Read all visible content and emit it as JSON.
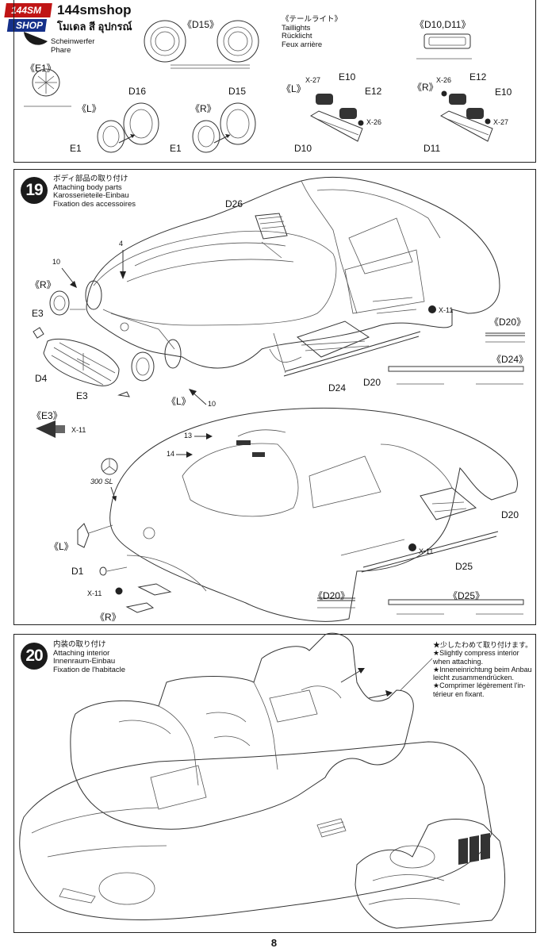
{
  "header": {
    "brand": "144smshop",
    "brand_sub": "โมเดล สี อุปกรณ์",
    "logo_text_top": "144SM",
    "logo_text_bottom": "SHOP"
  },
  "step18": {
    "headlight_caption": [
      "Scheinwerfer",
      "Phare"
    ],
    "d15_label": "《D15》",
    "taillight_caption": [
      "《テールライト》",
      "Taillights",
      "Rücklicht",
      "Feux arrière"
    ],
    "d10d11_label": "《D10,D11》",
    "e1_label": "《E1》",
    "left_label": "《L》",
    "right_label": "《R》",
    "parts": {
      "d16": "D16",
      "d15": "D15",
      "e1a": "E1",
      "e1b": "E1",
      "x27a": "X-27",
      "e10a": "E10",
      "e12a": "E12",
      "x26a": "X-26",
      "d10": "D10",
      "x26b": "X-26",
      "e12b": "E12",
      "e10b": "E10",
      "x27b": "X-27",
      "d11": "D11"
    }
  },
  "step19": {
    "number": "19",
    "caption": [
      "ボディ部品の取り付け",
      "Attaching body parts",
      "Karosserieteile-Einbau",
      "Fixation des accessoires"
    ],
    "parts": {
      "d26": "D26",
      "circ4": "4",
      "circ10a": "10",
      "r": "《R》",
      "e3a": "E3",
      "d4": "D4",
      "e3b": "E3",
      "l": "《L》",
      "circ10b": "10",
      "x11a": "X-11",
      "d20a": "《D20》",
      "d24": "《D24》",
      "d24b": "D24",
      "d20b": "D20",
      "e3c": "《E3》",
      "x11b": "X-11",
      "circ13": "13",
      "circ14": "14",
      "badge": "300 SL",
      "l2": "《L》",
      "d1": "D1",
      "x11c": "X-11",
      "r2": "《R》",
      "d20c": "D20",
      "x11d": "X-11",
      "d25": "D25",
      "d20d": "《D20》",
      "d25b": "《D25》"
    }
  },
  "step20": {
    "number": "20",
    "caption": [
      "内装の取り付け",
      "Attaching interior",
      "Innenraum-Einbau",
      "Fixation de l'habitacle"
    ],
    "note": [
      "★少したわめて取り付けます。",
      "★Slightly compress interior",
      "when attaching.",
      "★Inneneinrichtung beim Anbau",
      "leicht zusammendrücken.",
      "★Comprimer légèrement l'in-",
      "térieur en fixant."
    ]
  },
  "page_number": "8"
}
